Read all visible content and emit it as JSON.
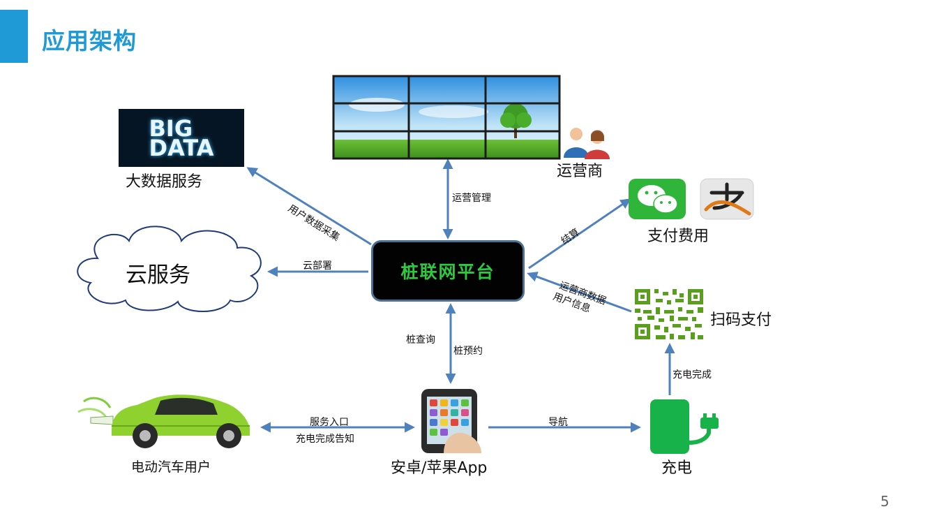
{
  "header": {
    "title": "应用架构"
  },
  "center": {
    "label": "桩联网平台"
  },
  "nodes": {
    "bigdata_logo": "BIG DATA",
    "bigdata": "大数据服务",
    "cloud": "云服务",
    "operator": "运营商",
    "payment": "支付费用",
    "qr": "扫码支付",
    "app": "安卓/苹果App",
    "car": "电动汽车用户",
    "charge": "充电"
  },
  "edges": {
    "collect": "用户数据采集",
    "ops": "运营管理",
    "cloud_deploy": "云部署",
    "settle": "结算",
    "op_data": "运营商数据",
    "user_info": "用户信息",
    "query": "桩查询",
    "reserve": "桩预约",
    "entry": "服务入口",
    "notify": "充电完成告知",
    "nav": "导航",
    "done": "充电完成"
  },
  "footer": {
    "page": "5"
  },
  "colors": {
    "accent": "#1f9ad6",
    "arrow": "#4f81bd",
    "platform_text": "#2ec940",
    "green": "#17b24a"
  }
}
